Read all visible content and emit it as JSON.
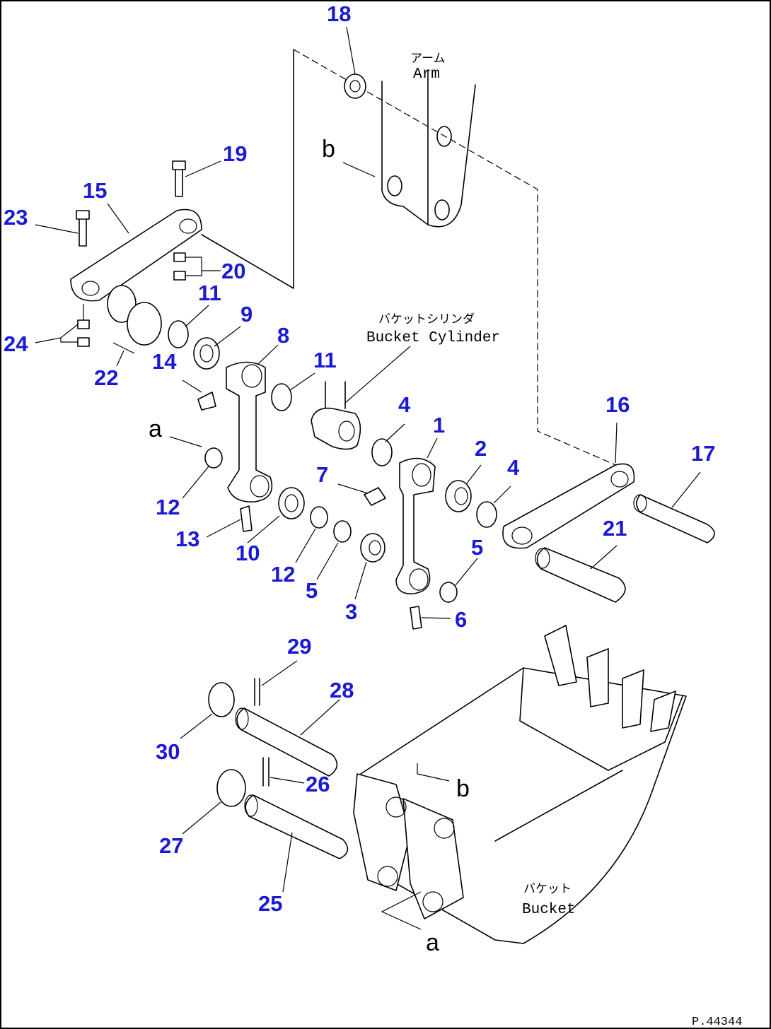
{
  "diagram": {
    "callouts": [
      {
        "id": "18",
        "label": "18"
      },
      {
        "id": "19",
        "label": "19"
      },
      {
        "id": "15",
        "label": "15"
      },
      {
        "id": "23",
        "label": "23"
      },
      {
        "id": "20",
        "label": "20"
      },
      {
        "id": "11a",
        "label": "11"
      },
      {
        "id": "9",
        "label": "9"
      },
      {
        "id": "24",
        "label": "24"
      },
      {
        "id": "8",
        "label": "8"
      },
      {
        "id": "14",
        "label": "14"
      },
      {
        "id": "22",
        "label": "22"
      },
      {
        "id": "11b",
        "label": "11"
      },
      {
        "id": "4a",
        "label": "4"
      },
      {
        "id": "1",
        "label": "1"
      },
      {
        "id": "16",
        "label": "16"
      },
      {
        "id": "17",
        "label": "17"
      },
      {
        "id": "2",
        "label": "2"
      },
      {
        "id": "4b",
        "label": "4"
      },
      {
        "id": "7",
        "label": "7"
      },
      {
        "id": "12a",
        "label": "12"
      },
      {
        "id": "21",
        "label": "21"
      },
      {
        "id": "13",
        "label": "13"
      },
      {
        "id": "5a",
        "label": "5"
      },
      {
        "id": "10",
        "label": "10"
      },
      {
        "id": "12b",
        "label": "12"
      },
      {
        "id": "5b",
        "label": "5"
      },
      {
        "id": "3",
        "label": "3"
      },
      {
        "id": "6",
        "label": "6"
      },
      {
        "id": "29",
        "label": "29"
      },
      {
        "id": "28",
        "label": "28"
      },
      {
        "id": "30",
        "label": "30"
      },
      {
        "id": "26",
        "label": "26"
      },
      {
        "id": "27",
        "label": "27"
      },
      {
        "id": "25",
        "label": "25"
      }
    ],
    "annotations": {
      "arm_jp": "アーム",
      "arm_en": "Arm",
      "cylinder_jp": "バケットシリンダ",
      "cylinder_en": "Bucket Cylinder",
      "bucket_jp": "バケット",
      "bucket_en": "Bucket",
      "view_b_top": "b",
      "view_b_bucket": "b",
      "view_a_left": "a",
      "view_a_bottom": "a"
    },
    "figure_ref": "P.44344",
    "colors": {
      "callout": "#1a1ad6",
      "line": "#000000",
      "background": "#ffffff"
    }
  }
}
